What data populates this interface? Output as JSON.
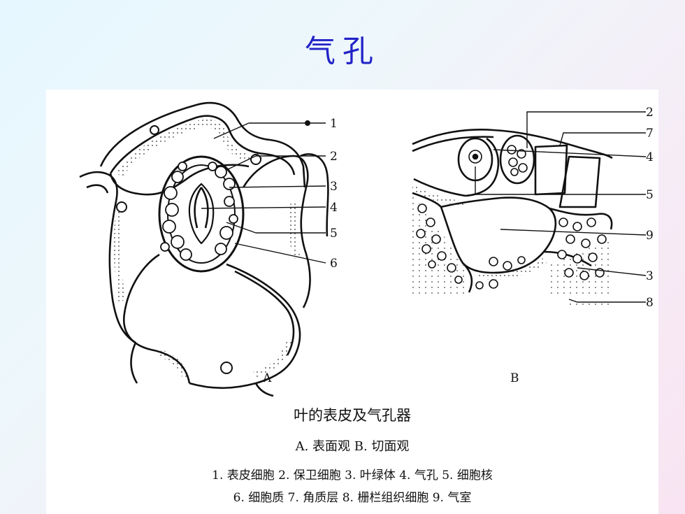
{
  "title": "气孔",
  "figure": {
    "panels": {
      "A": {
        "label": "A",
        "callouts": [
          "1",
          "2",
          "3",
          "4",
          "5",
          "6"
        ]
      },
      "B": {
        "label": "B",
        "callouts": [
          "2",
          "7",
          "4",
          "5",
          "9",
          "3",
          "8"
        ]
      }
    },
    "caption_title": "叶的表皮及气孔器",
    "caption_subtitle": "A. 表面观   B. 切面观",
    "legend": [
      "1. 表皮细胞 2. 保卫细胞 3. 叶绿体 4. 气孔 5. 细胞核",
      "6. 细胞质 7. 角质层 8. 栅栏组织细胞 9. 气室"
    ]
  }
}
